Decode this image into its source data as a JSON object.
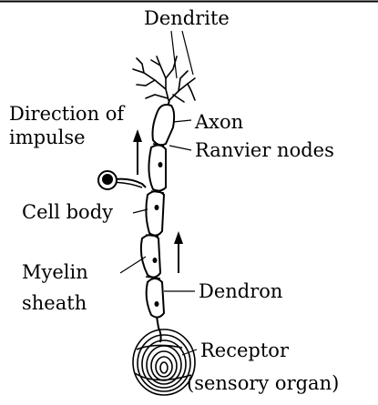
{
  "diagram": {
    "labels": {
      "dendrite": "Dendrite",
      "direction_line1": "Direction of",
      "direction_line2": "impulse",
      "axon": "Axon",
      "ranvier_nodes": "Ranvier nodes",
      "cell_body": "Cell body",
      "myelin_line1": "Myelin",
      "myelin_line2": "sheath",
      "dendron": "Dendron",
      "receptor": "Receptor",
      "sensory_organ": "(sensory organ)"
    }
  }
}
